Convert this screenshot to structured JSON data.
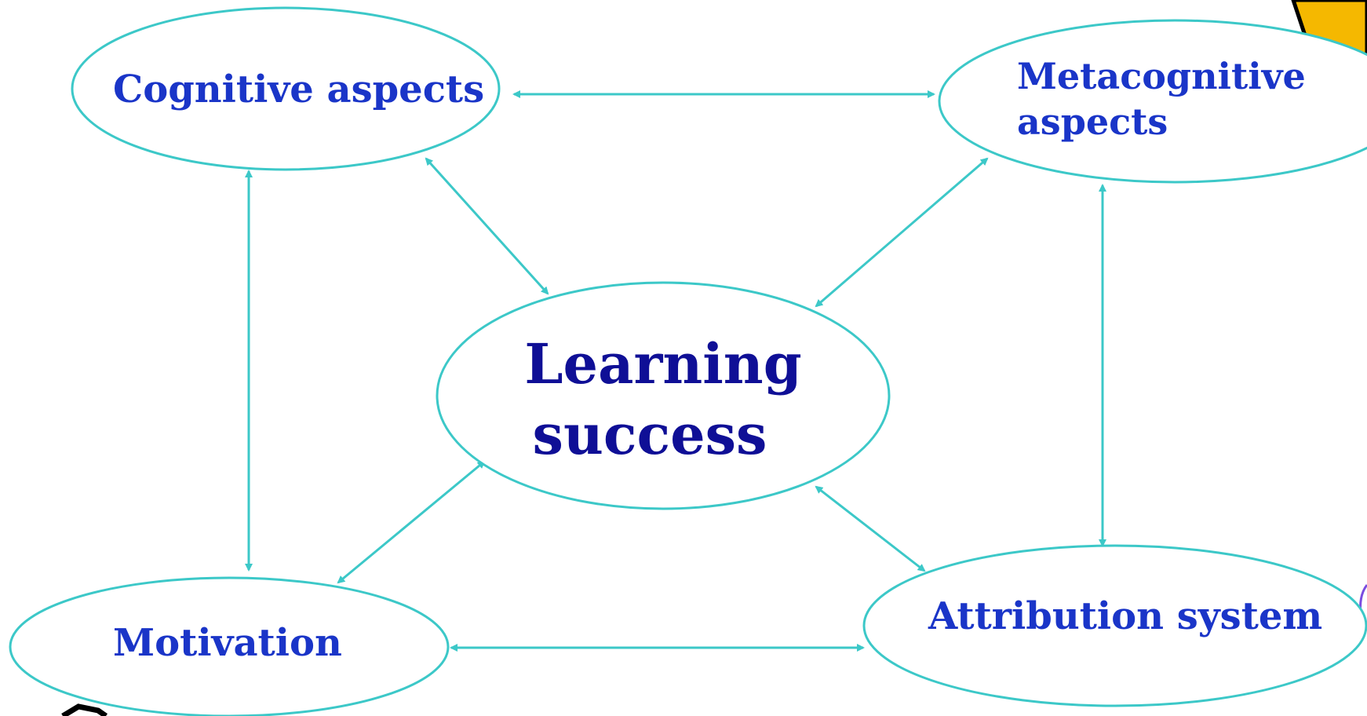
{
  "diagram": {
    "nodes": {
      "cognitive": {
        "label": "Cognitive aspects"
      },
      "metacognitive": {
        "line1": "Metacognitive",
        "line2": "aspects"
      },
      "learning": {
        "line1": "Learning",
        "line2": "success"
      },
      "motivation": {
        "label": "Motivation"
      },
      "attribution": {
        "label": "Attribution system"
      }
    },
    "connections": [
      {
        "from": "Cognitive aspects",
        "to": "Metacognitive aspects",
        "bidirectional": true
      },
      {
        "from": "Cognitive aspects",
        "to": "Motivation",
        "bidirectional": true
      },
      {
        "from": "Cognitive aspects",
        "to": "Learning success",
        "bidirectional": true
      },
      {
        "from": "Metacognitive aspects",
        "to": "Learning success",
        "bidirectional": true
      },
      {
        "from": "Metacognitive aspects",
        "to": "Attribution system",
        "bidirectional": true
      },
      {
        "from": "Motivation",
        "to": "Learning success",
        "bidirectional": true
      },
      {
        "from": "Motivation",
        "to": "Attribution system",
        "bidirectional": true
      },
      {
        "from": "Attribution system",
        "to": "Learning success",
        "bidirectional": true
      }
    ],
    "colors": {
      "connector": "#3cc8c8",
      "node_text": "#1a35c8",
      "center_text": "#0f0f96",
      "clipart_yellow": "#f5b800",
      "clipart_purple": "#7a4ce0"
    }
  }
}
